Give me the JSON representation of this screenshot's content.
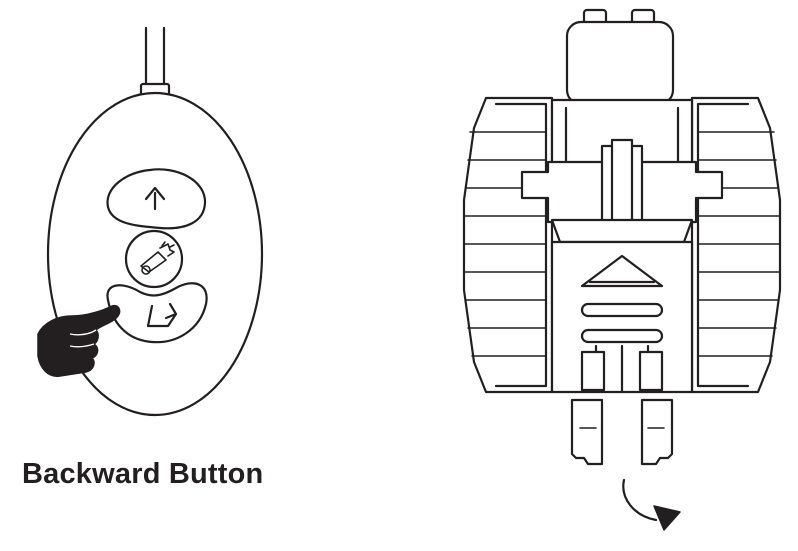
{
  "caption": {
    "text": "Backward Button"
  },
  "colors": {
    "ink": "#231f20",
    "paper": "#ffffff"
  },
  "remote": {
    "buttons": [
      {
        "name": "forward-button",
        "icon": "up-arrow-icon"
      },
      {
        "name": "fire-button",
        "icon": "cannon-icon"
      },
      {
        "name": "backward-button",
        "icon": "u-turn-arrow-icon",
        "pressed": true
      }
    ],
    "hand": "pointing-finger-icon"
  },
  "vehicle": {
    "view": "top",
    "motion": "backward",
    "arrow": "curved-arrow-down-icon"
  }
}
